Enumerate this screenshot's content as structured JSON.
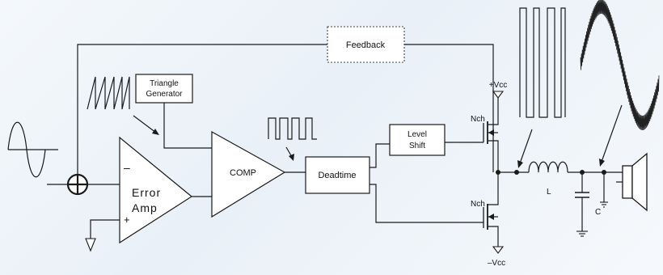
{
  "labels": {
    "feedback": "Feedback",
    "triangle_line1": "Triangle",
    "triangle_line2": "Generator",
    "comp": "COMP",
    "deadtime": "Deadtime",
    "level_line1": "Level",
    "level_line2": "Shift",
    "error_line1": "Error",
    "error_line2": "Amp",
    "minus_sign": "–",
    "plus_sign": "+",
    "nch_top": "Nch",
    "nch_bottom": "Nch",
    "vcc_pos": "+Vcc",
    "vcc_neg": "–Vcc",
    "inductor": "L",
    "capacitor": "C"
  },
  "colors": {
    "line": "#1a1a1a",
    "background": "#eef3f8",
    "feedback_border": "#444444",
    "waveform": "#222222"
  },
  "icons": [
    "sine-wave-input-icon",
    "sawtooth-wave-icon",
    "square-pulse-wave-icon",
    "pwm-output-wave-icon",
    "noisy-sine-output-icon",
    "summing-junction-icon",
    "ground-icon",
    "speaker-icon"
  ]
}
